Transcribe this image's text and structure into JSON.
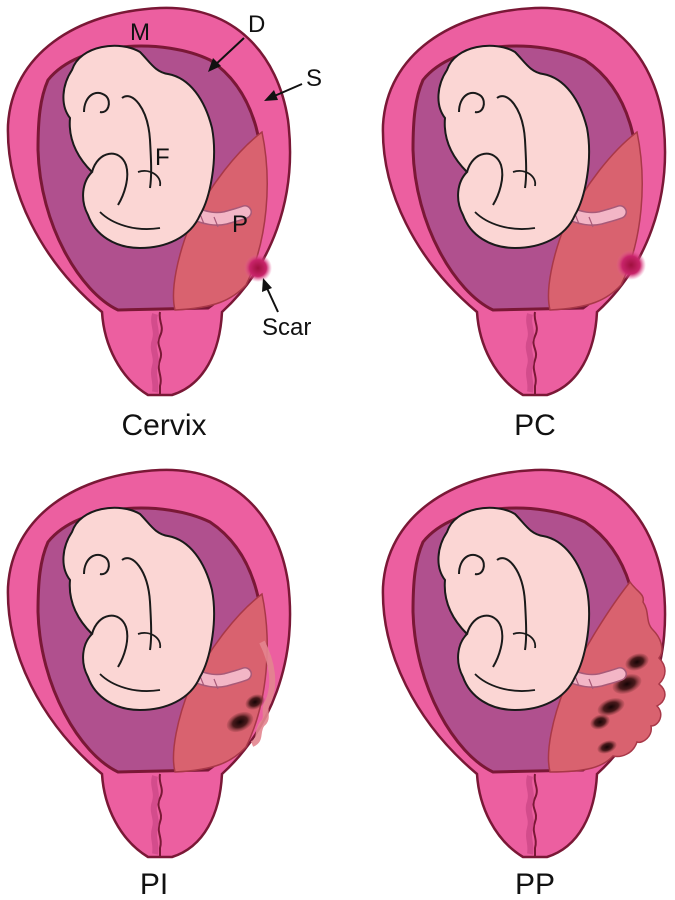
{
  "colors": {
    "serosa_pink": "#ec5fa0",
    "outline": "#7a1836",
    "decidua_band": "#d63f84",
    "cavity_purple": "#b0508e",
    "fetus": "#fbd6d4",
    "fetus_outline": "#1a1a1a",
    "cord": "#f3b6c6",
    "placenta": "#d9626f",
    "scar": "#b81e55",
    "invasion_dark": "#3a1416"
  },
  "labels": {
    "myometrium": "M",
    "decidua": "D",
    "serosa": "S",
    "fetus": "F",
    "placenta": "P",
    "scar": "Scar"
  },
  "panels": [
    {
      "caption": "Cervix",
      "variant": "normal"
    },
    {
      "caption": "PC",
      "variant": "scar"
    },
    {
      "caption": "PI",
      "variant": "increta"
    },
    {
      "caption": "PP",
      "variant": "percreta"
    }
  ]
}
